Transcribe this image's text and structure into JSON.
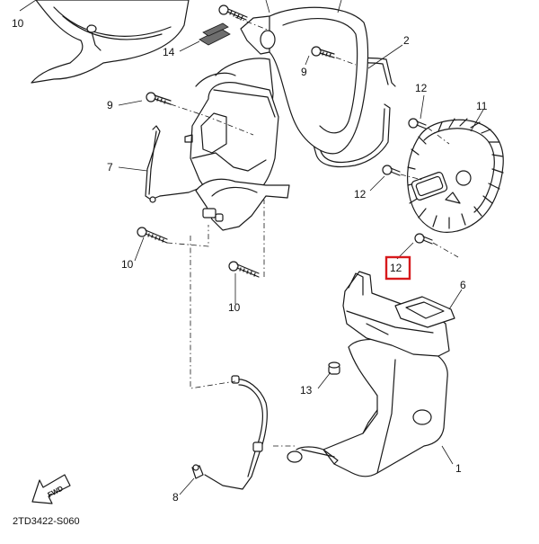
{
  "diagram_code": "2TD3422-S060",
  "fwd_label": "FWD",
  "callouts": {
    "c1": "1",
    "c2": "2",
    "c6": "6",
    "c7": "7",
    "c8": "8",
    "c9a": "9",
    "c9b": "9",
    "c10a": "10",
    "c10b": "10",
    "c10c": "10",
    "c11": "11",
    "c12a": "12",
    "c12b": "12",
    "c12c": "12",
    "c13": "13",
    "c14": "14"
  },
  "highlight": {
    "part": "12",
    "color": "#d7191c"
  }
}
